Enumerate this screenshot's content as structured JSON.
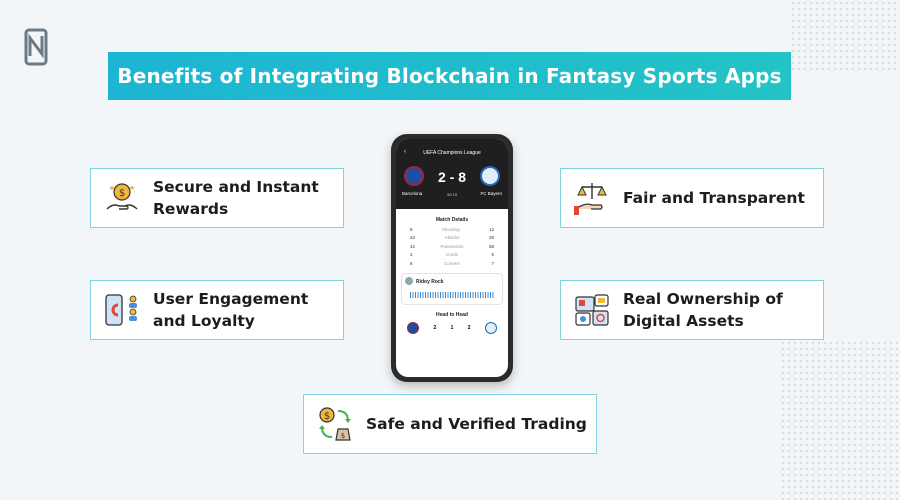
{
  "title": "Benefits of Integrating Blockchain in Fantasy Sports Apps",
  "benefits": {
    "secure_rewards": "Secure and Instant\nRewards",
    "user_engagement": "User Engagement\nand Loyalty",
    "fair_transparent": "Fair and Transparent",
    "real_ownership": "Real Ownership of\nDigital Assets",
    "safe_trading": "Safe and Verified Trading"
  },
  "colors": {
    "accent": "#1cb5d3",
    "card_border": "#7fd6df"
  },
  "phone": {
    "league": "UEFA Champions League",
    "score": "2 - 8",
    "time": "90:15",
    "home_team": "Barcelona",
    "away_team": "FC Bayern",
    "match_details_title": "Match Details",
    "stats": [
      {
        "home": "8",
        "label": "Shooting",
        "away": "12"
      },
      {
        "home": "22",
        "label": "Attacks",
        "away": "29"
      },
      {
        "home": "42",
        "label": "Possession",
        "away": "58"
      },
      {
        "home": "2",
        "label": "Cards",
        "away": "5"
      },
      {
        "home": "8",
        "label": "Corners",
        "away": "7"
      }
    ],
    "audio_user": "Ridoy Rock",
    "head_to_head_title": "Head to Head",
    "h2h": [
      "2",
      "1",
      "2"
    ]
  }
}
